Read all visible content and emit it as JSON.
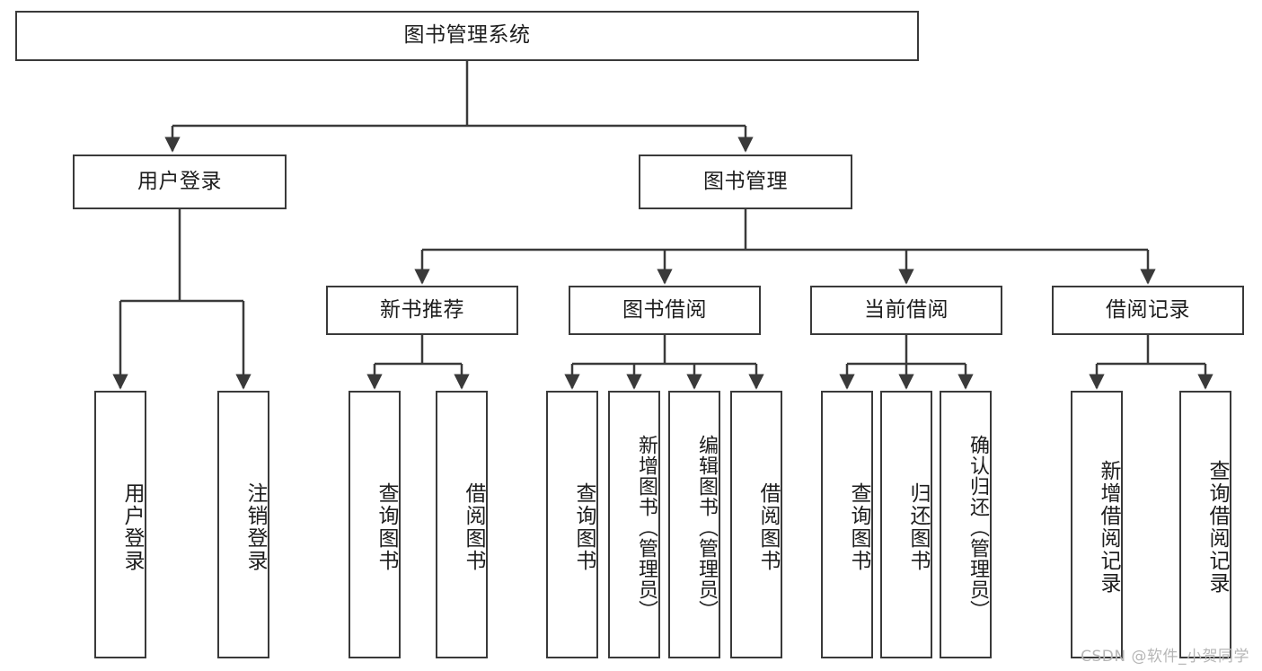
{
  "diagram": {
    "title": "图书管理系统",
    "type": "tree-hierarchy-chart",
    "root": {
      "label": "图书管理系统"
    },
    "level2": [
      {
        "label": "用户登录"
      },
      {
        "label": "图书管理"
      }
    ],
    "level3": [
      {
        "label": "新书推荐"
      },
      {
        "label": "图书借阅"
      },
      {
        "label": "当前借阅"
      },
      {
        "label": "借阅记录"
      }
    ],
    "leaves": [
      {
        "label": "用户登录",
        "parent": "用户登录"
      },
      {
        "label": "注销登录",
        "parent": "用户登录"
      },
      {
        "label": "查询图书",
        "parent": "新书推荐"
      },
      {
        "label": "借阅图书",
        "parent": "新书推荐"
      },
      {
        "label": "查询图书",
        "parent": "图书借阅"
      },
      {
        "label": "新增图书（管理员）",
        "parent": "图书借阅"
      },
      {
        "label": "编辑图书（管理员）",
        "parent": "图书借阅"
      },
      {
        "label": "借阅图书",
        "parent": "图书借阅"
      },
      {
        "label": "查询图书",
        "parent": "当前借阅"
      },
      {
        "label": "归还图书",
        "parent": "当前借阅"
      },
      {
        "label": "确认归还（管理员）",
        "parent": "当前借阅"
      },
      {
        "label": "新增借阅记录",
        "parent": "借阅记录"
      },
      {
        "label": "查询借阅记录",
        "parent": "借阅记录"
      }
    ]
  },
  "watermark": {
    "text": "CSDN @软件_小贺同学"
  },
  "colors": {
    "stroke": "#3a3a3a",
    "background": "#ffffff",
    "text": "#1d1d1d",
    "watermark": "#b6b6b6"
  }
}
